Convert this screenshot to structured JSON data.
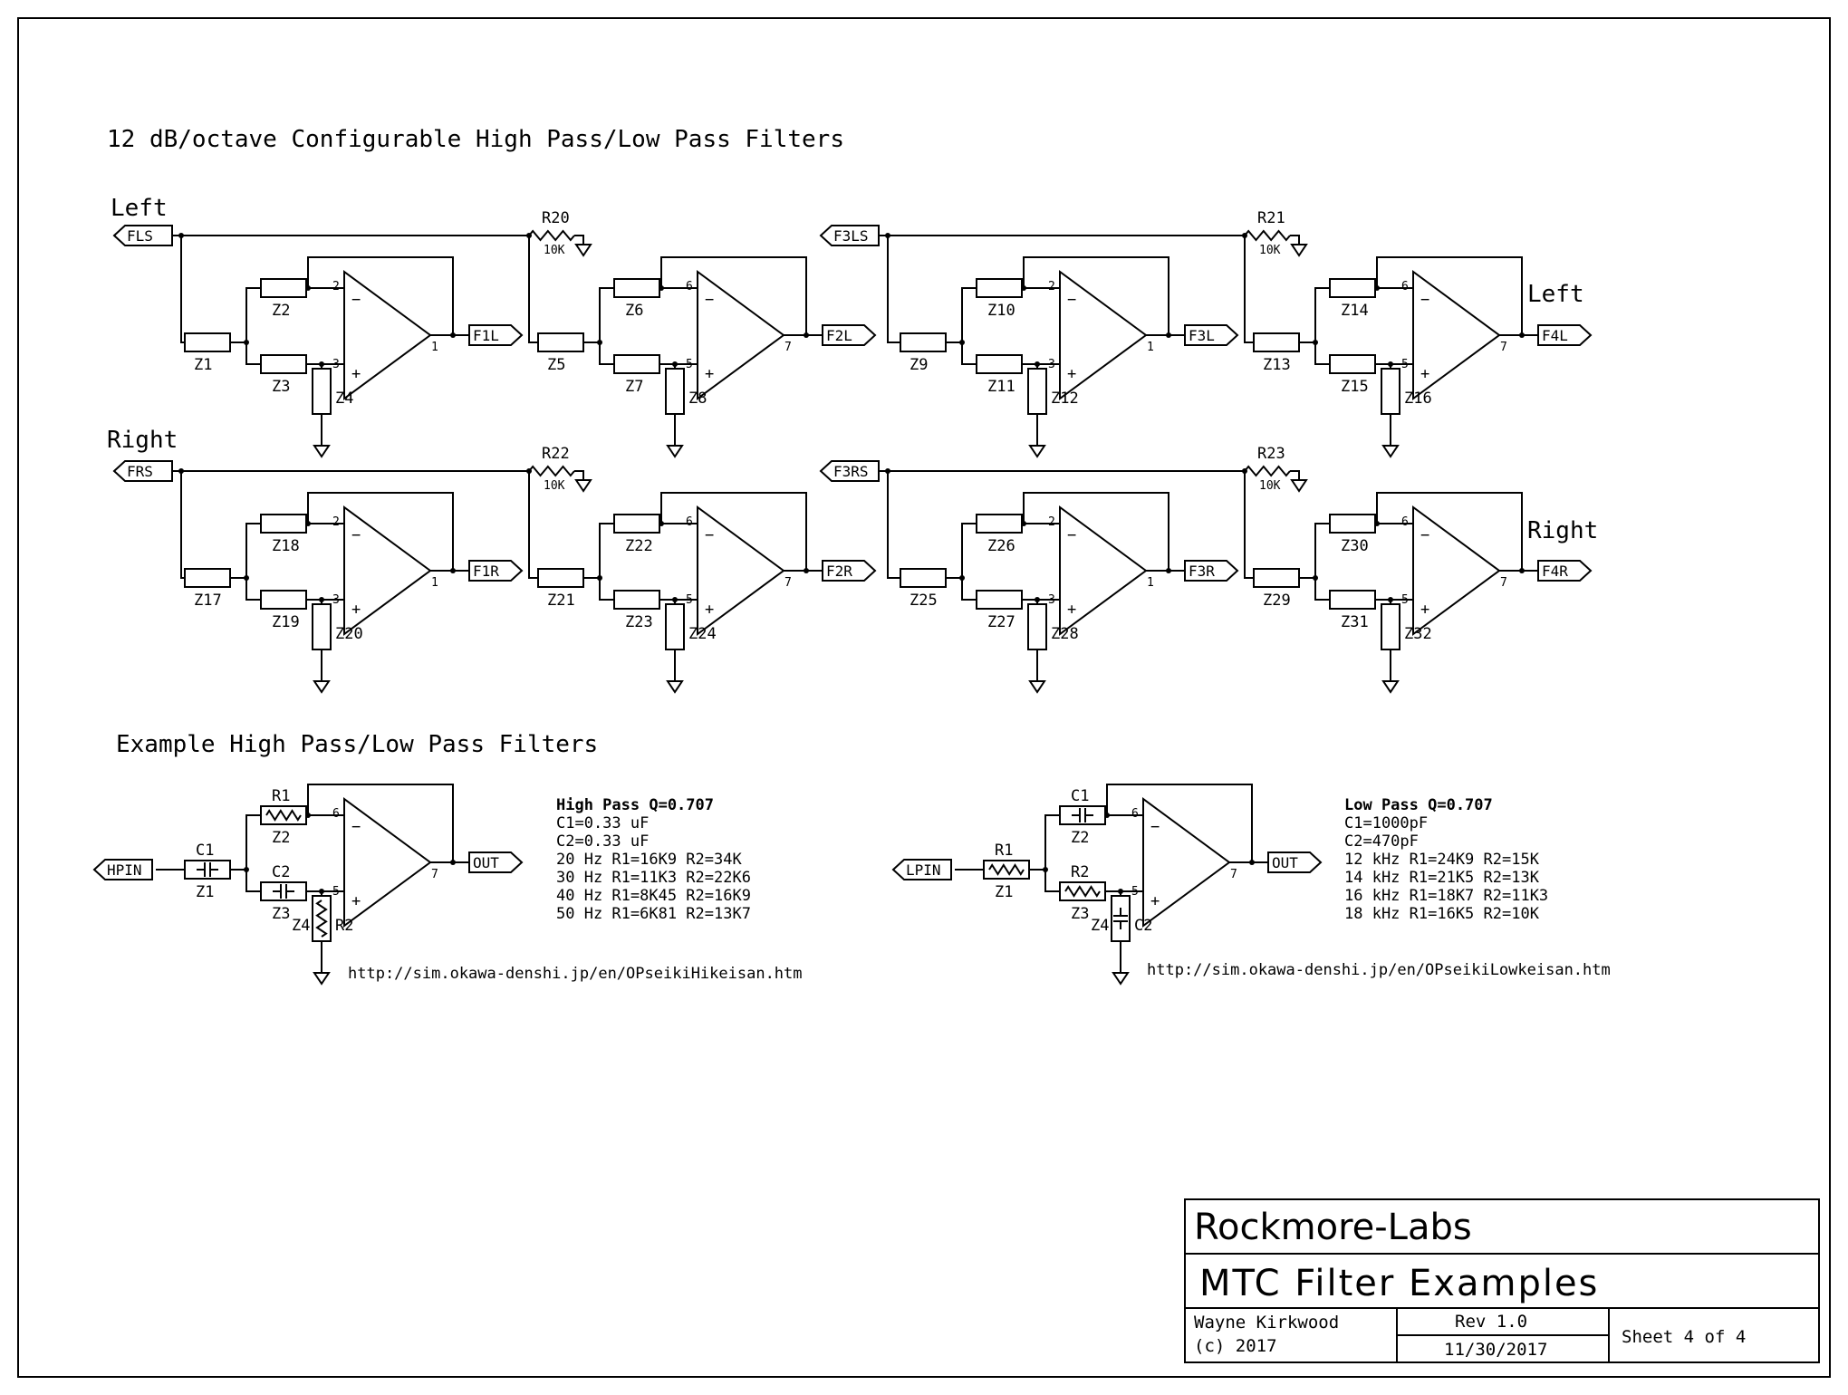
{
  "title": "12 dB/octave Configurable High Pass/Low Pass Filters",
  "channels": {
    "left": "Left",
    "right": "Right"
  },
  "stages": [
    {
      "inLabel": "FLS",
      "outLabel": "F1L",
      "zIn": "Z1",
      "zA": "Z2",
      "zB": "Z3",
      "zG": "Z4",
      "topPin": "2",
      "botPin": "3",
      "outPin": "1"
    },
    {
      "inLabel": "",
      "outLabel": "F2L",
      "zIn": "Z5",
      "zA": "Z6",
      "zB": "Z7",
      "zG": "Z8",
      "topPin": "6",
      "botPin": "5",
      "outPin": "7",
      "rLabel": "R20",
      "rVal": "10K"
    },
    {
      "inLabel": "F3LS",
      "outLabel": "F3L",
      "zIn": "Z9",
      "zA": "Z10",
      "zB": "Z11",
      "zG": "Z12",
      "topPin": "2",
      "botPin": "3",
      "outPin": "1"
    },
    {
      "inLabel": "",
      "outLabel": "F4L",
      "zIn": "Z13",
      "zA": "Z14",
      "zB": "Z15",
      "zG": "Z16",
      "topPin": "6",
      "botPin": "5",
      "outPin": "7",
      "rLabel": "R21",
      "rVal": "10K"
    },
    {
      "inLabel": "FRS",
      "outLabel": "F1R",
      "zIn": "Z17",
      "zA": "Z18",
      "zB": "Z19",
      "zG": "Z20",
      "topPin": "2",
      "botPin": "3",
      "outPin": "1"
    },
    {
      "inLabel": "",
      "outLabel": "F2R",
      "zIn": "Z21",
      "zA": "Z22",
      "zB": "Z23",
      "zG": "Z24",
      "topPin": "6",
      "botPin": "5",
      "outPin": "7",
      "rLabel": "R22",
      "rVal": "10K"
    },
    {
      "inLabel": "F3RS",
      "outLabel": "F3R",
      "zIn": "Z25",
      "zA": "Z26",
      "zB": "Z27",
      "zG": "Z28",
      "topPin": "2",
      "botPin": "3",
      "outPin": "1"
    },
    {
      "inLabel": "",
      "outLabel": "F4R",
      "zIn": "Z29",
      "zA": "Z30",
      "zB": "Z31",
      "zG": "Z32",
      "topPin": "6",
      "botPin": "5",
      "outPin": "7",
      "rLabel": "R23",
      "rVal": "10K"
    }
  ],
  "examples_title": "Example High Pass/Low Pass Filters",
  "hp_example": {
    "in": "HPIN",
    "out": "OUT",
    "zIn": "Z1",
    "zInPart": "C1",
    "zA": "Z2",
    "zAPart": "R1",
    "zB": "Z3",
    "zBPart": "C2",
    "zG": "Z4",
    "zGPart": "R2",
    "topPin": "6",
    "botPin": "5",
    "outPin": "7",
    "notes": [
      "High Pass Q=0.707",
      "C1=0.33 uF",
      "C2=0.33 uF",
      "20 Hz R1=16K9 R2=34K",
      "30 Hz R1=11K3 R2=22K6",
      "40 Hz R1=8K45 R2=16K9",
      "50 Hz R1=6K81 R2=13K7"
    ],
    "url": "http://sim.okawa-denshi.jp/en/OPseikiHikeisan.htm"
  },
  "lp_example": {
    "in": "LPIN",
    "out": "OUT",
    "zIn": "Z1",
    "zInPart": "R1",
    "zA": "Z2",
    "zAPart": "C1",
    "zB": "Z3",
    "zBPart": "R2",
    "zG": "Z4",
    "zGPart": "C2",
    "topPin": "6",
    "botPin": "5",
    "outPin": "7",
    "notes": [
      "Low Pass Q=0.707",
      "C1=1000pF",
      "C2=470pF",
      "12 kHz R1=24K9 R2=15K",
      "14 kHz R1=21K5 R2=13K",
      "16 kHz R1=18K7 R2=11K3",
      "18 kHz R1=16K5 R2=10K"
    ],
    "url": "http://sim.okawa-denshi.jp/en/OPseikiLowkeisan.htm"
  },
  "titleblock": {
    "company": "Rockmore-Labs",
    "title": "MTC Filter Examples",
    "author": "Wayne Kirkwood",
    "copyright": "(c) 2017",
    "rev": "Rev 1.0",
    "date": "11/30/2017",
    "sheet": "Sheet 4 of 4"
  }
}
